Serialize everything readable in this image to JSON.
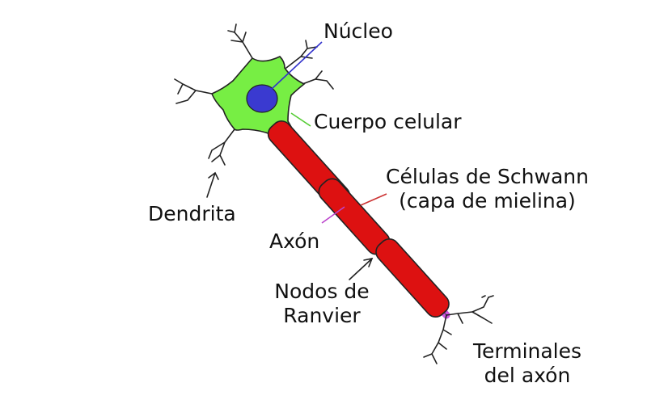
{
  "labels": {
    "nucleo": "Núcleo",
    "cuerpo_celular": "Cuerpo celular",
    "schwann_line1": "Células de Schwann",
    "schwann_line2": "(capa de mielina)",
    "dendrita": "Dendrita",
    "axon": "Axón",
    "nodos_line1": "Nodos de",
    "nodos_line2": "Ranvier",
    "terminales_line1": "Terminales",
    "terminales_line2": "del axón"
  },
  "colors": {
    "cell_body": "#77ee44",
    "nucleus": "#3a3ad0",
    "axon": "#cc55dd",
    "myelin": "#dd1111",
    "outline": "#222222",
    "nucleo_pointer": "#3333cc",
    "cuerpo_pointer": "#55cc33",
    "axon_pointer": "#bb44cc",
    "schwann_pointer": "#cc3333"
  }
}
